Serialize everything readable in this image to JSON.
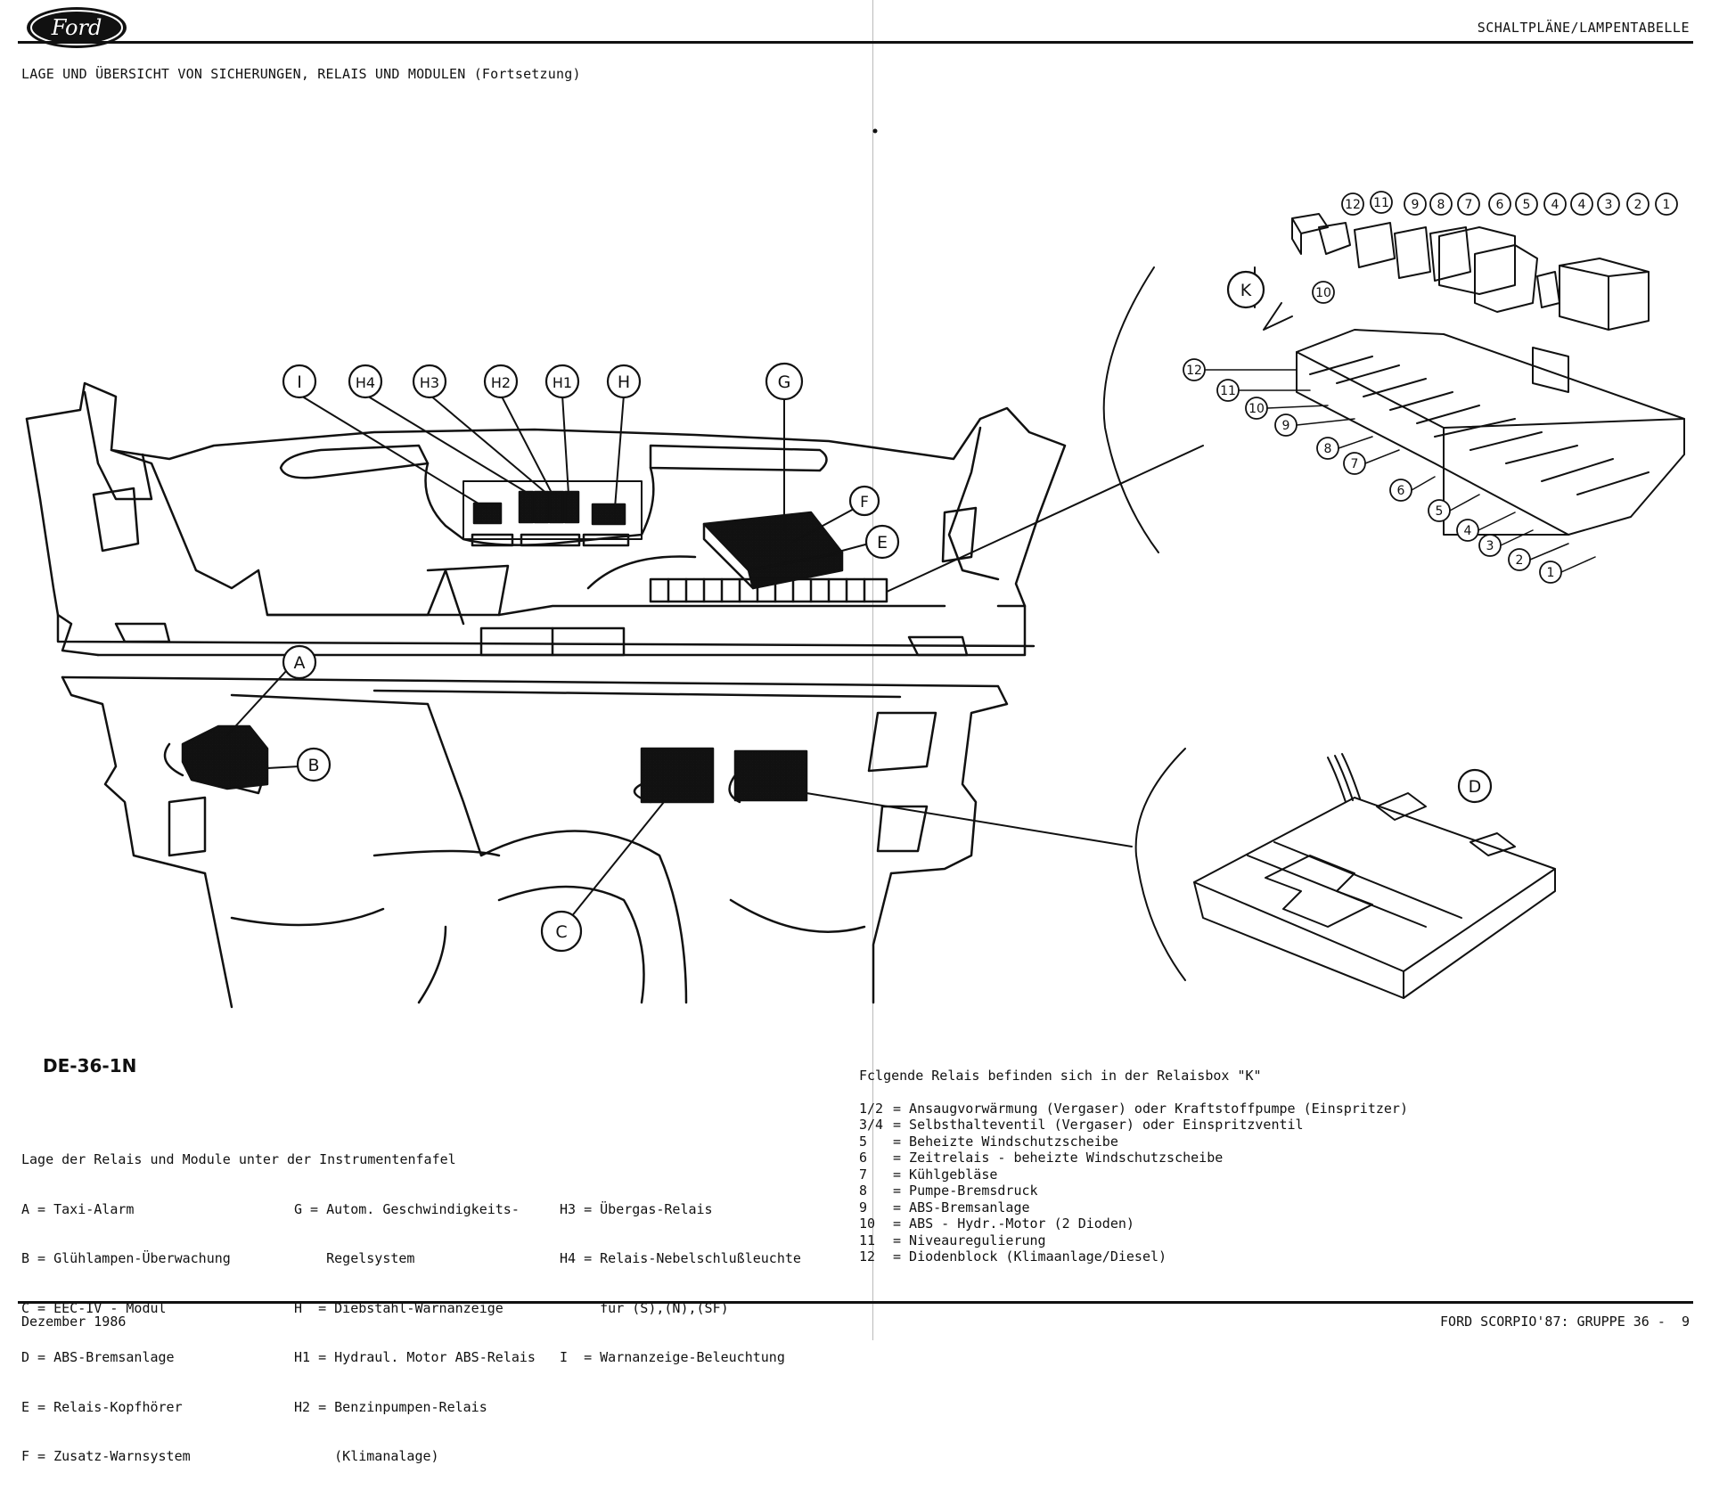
{
  "header": {
    "logo_text": "Ford",
    "section_title": "SCHALTPLÄNE/LAMPENTABELLE",
    "page_subtitle": "LAGE UND ÜBERSICHT VON SICHERUNGEN, RELAIS UND MODULEN (Fortsetzung)"
  },
  "figure": {
    "code": "DE-36-1N",
    "callouts": {
      "I": "I",
      "H4": "H4",
      "H3": "H3",
      "H2": "H2",
      "H1": "H1",
      "H": "H",
      "G": "G",
      "F": "F",
      "E": "E",
      "A": "A",
      "B": "B",
      "C": "C",
      "D": "D",
      "K": "K"
    },
    "relay_numbers_top": [
      "12",
      "11",
      "9",
      "8",
      "7",
      "6",
      "5",
      "4",
      "4",
      "3",
      "2",
      "1"
    ],
    "relay_number_10": "10",
    "relay_numbers_box": [
      "12",
      "11",
      "10",
      "9",
      "8",
      "7",
      "6",
      "5",
      "4",
      "3",
      "2",
      "1"
    ]
  },
  "legend_left": {
    "title": "Lage der Relais und Module unter der Instrumentenfafel",
    "col1": [
      "A = Taxi-Alarm",
      "B = Glühlampen-Überwachung",
      "C = EEC-IV - Modul",
      "D = ABS-Bremsanlage",
      "E = Relais-Kopfhörer",
      "F = Zusatz-Warnsystem"
    ],
    "col2": [
      "G = Autom. Geschwindigkeits-",
      "    Regelsystem",
      "H  = Diebstahl-Warnanzeige",
      "H1 = Hydraul. Motor ABS-Relais",
      "H2 = Benzinpumpen-Relais",
      "     (Klimanalage)"
    ],
    "col3": [
      "H3 = Übergas-Relais",
      "H4 = Relais-Nebelschlußleuchte",
      "     für (S),(N),(SF)",
      "I  = Warnanzeige-Beleuchtung"
    ]
  },
  "legend_right": {
    "intro": "Fclgende Relais befinden sich in der Relaisbox \"K\"",
    "items": [
      {
        "num": "1/2",
        "text": "= Ansaugvorwärmung (Vergaser) oder Kraftstoffpumpe (Einspritzer)"
      },
      {
        "num": "3/4",
        "text": "= Selbsthalteventil (Vergaser) oder Einspritzventil"
      },
      {
        "num": "5",
        "text": "= Beheizte Windschutzscheibe"
      },
      {
        "num": "6",
        "text": "= Zeitrelais - beheizte Windschutzscheibe"
      },
      {
        "num": "7",
        "text": "= Kühlgebläse"
      },
      {
        "num": "8",
        "text": "= Pumpe-Bremsdruck"
      },
      {
        "num": "9",
        "text": "= ABS-Bremsanlage"
      },
      {
        "num": "10",
        "text": "= ABS - Hydr.-Motor (2 Dioden)"
      },
      {
        "num": "11",
        "text": "= Niveauregulierung"
      },
      {
        "num": "12",
        "text": "= Diodenblock (Klimaanlage/Diesel)"
      }
    ]
  },
  "footer": {
    "date": "Dezember 1986",
    "reference": "FORD SCORPIO'87: GRUPPE 36 -  9"
  }
}
